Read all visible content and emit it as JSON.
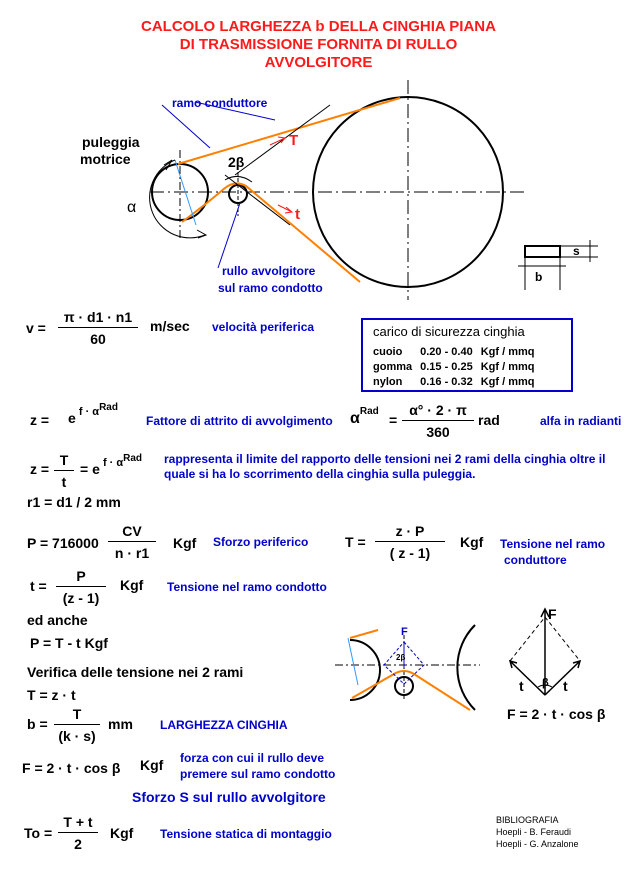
{
  "title": {
    "line1": "CALCOLO LARGHEZZA b DELLA CINGHIA  PIANA",
    "line2": "DI TRASMISSIONE FORNITA DI RULLO",
    "line3": "AVVOLGITORE"
  },
  "diagram": {
    "ramo_conduttore": "ramo conduttore",
    "puleggia": "puleggia",
    "motrice": "motrice",
    "two_beta": "2β",
    "T": "T",
    "t": "t",
    "alpha": "α",
    "rullo_line1": "rullo avvolgitore",
    "rullo_line2": "sul ramo condotto",
    "s": "s",
    "b": "b"
  },
  "formulas": {
    "v_lhs": "v =",
    "v_num": "π · d1 · n1",
    "v_den": "60",
    "v_unit": "m/sec",
    "v_desc": "velocità periferica",
    "z1_lhs": "z =",
    "z1_exp_base": "e",
    "z1_exp": "f · α",
    "z1_rad": "Rad",
    "z1_desc": "Fattore di attrito di avvolgimento",
    "alpha_lhs": "α",
    "alpha_rad": "Rad",
    "alpha_eq": "=",
    "alpha_num": "α° · 2 · π",
    "alpha_den": "360",
    "alpha_unit": "rad",
    "alpha_desc": "alfa in radianti",
    "z2_lhs": "z =",
    "z2_num": "T",
    "z2_den": "t",
    "z2_eq": "=",
    "z2_desc": "rappresenta il limite del rapporto delle tensioni nei 2 rami della cinghia oltre il quale si ha lo scorrimento della cinghia sulla puleggia.",
    "r1": "r1 = d1 / 2   mm",
    "P_lhs": "P = 716000",
    "P_num": "CV",
    "P_den": "n · r1",
    "P_unit": "Kgf",
    "P_desc": "Sforzo periferico",
    "T_lhs": "T =",
    "T_num": "z · P",
    "T_den": "( z  - 1)",
    "T_unit": "Kgf",
    "T_desc1": "Tensione nel ramo",
    "T_desc2": "conduttore",
    "t_lhs": "t =",
    "t_num": "P",
    "t_den": "(z - 1)",
    "t_unit": "Kgf",
    "t_desc": "Tensione nel ramo condotto",
    "ed_anche": "ed anche",
    "P2": "P = T - t    Kgf",
    "verifica": "Verifica delle tensione nei 2 rami",
    "Tzt": "T = z · t",
    "b_lhs": "b =",
    "b_num": "T",
    "b_den": "(k · s)",
    "b_unit": "mm",
    "b_desc": "LARGHEZZA CINGHIA",
    "F_eq": "F = 2 · t · cos β",
    "F_unit": "Kgf",
    "F_desc1": "forza con cui il rullo deve",
    "F_desc2": "premere sul ramo condotto",
    "sforzo": "Sforzo S sul rullo avvolgitore",
    "To_lhs": "To =",
    "To_num": "T + t",
    "To_den": "2",
    "To_unit": "Kgf",
    "To_desc": "Tensione statica di montaggio"
  },
  "safety_box": {
    "title": "carico di sicurezza cinghia",
    "rows": [
      {
        "material": "cuoio",
        "range": "0.20 - 0.40",
        "unit": "Kgf / mmq"
      },
      {
        "material": "gomma",
        "range": "0.15 - 0.25",
        "unit": "Kgf / mmq"
      },
      {
        "material": "nylon",
        "range": "0.16 - 0.32",
        "unit": "Kgf / mmq"
      }
    ]
  },
  "small_diagram": {
    "F": "F",
    "two_beta": "2β",
    "F_right": "F",
    "t_left": "t",
    "beta": "β",
    "t_right": "t",
    "F_eq": "F = 2 · t · cos β"
  },
  "bibliography": {
    "title": "BIBLIOGRAFIA",
    "line1": "Hoepli - B. Feraudi",
    "line2": "Hoepli - G. Anzalone"
  }
}
